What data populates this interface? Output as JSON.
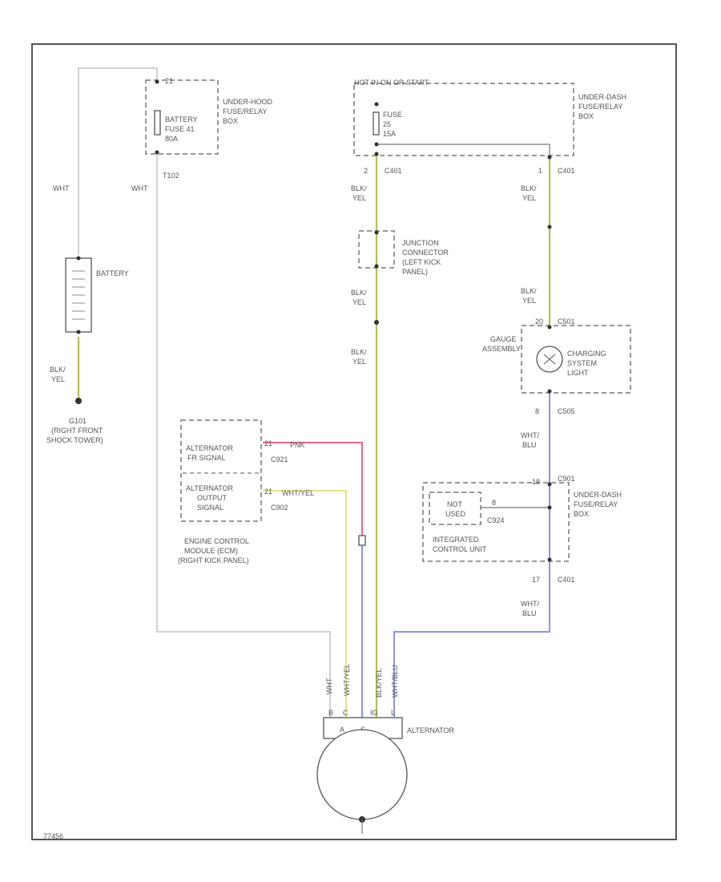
{
  "diagram_id": "77456",
  "components": {
    "underhood_box": [
      "UNDER-HOOD",
      "FUSE/RELAY",
      "BOX"
    ],
    "battery_fuse": [
      "BATTERY",
      "FUSE 41",
      "80A"
    ],
    "underhood_top_pin": "21",
    "underhood_bottom_pin": "T102",
    "underdash_box_top": [
      "UNDER-DASH",
      "FUSE/RELAY",
      "BOX"
    ],
    "hot_in_on_or_start": "HOT IN ON OR START",
    "fuse_25": [
      "FUSE",
      "25",
      "15A"
    ],
    "junction_connector": [
      "JUNCTION",
      "CONNECTOR",
      "(LEFT KICK",
      "PANEL)"
    ],
    "battery": "BATTERY",
    "ground": [
      "G101",
      "(RIGHT FRONT",
      "SHOCK TOWER)"
    ],
    "gauge_assembly": [
      "GAUGE",
      "ASSEMBLY"
    ],
    "charging_light": [
      "CHARGING",
      "SYSTEM",
      "LIGHT"
    ],
    "ecm_fr": [
      "ALTERNATOR",
      "FR SIGNAL"
    ],
    "ecm_output": [
      "ALTERNATOR",
      "OUTPUT",
      "SIGNAL"
    ],
    "ecm": [
      "ENGINE CONTROL",
      "MODULE (ECM)",
      "(RIGHT KICK PANEL)"
    ],
    "not_used": [
      "NOT",
      "USED"
    ],
    "icu": [
      "INTEGRATED",
      "CONTROL UNIT"
    ],
    "underdash_box_bottom": [
      "UNDER-DASH",
      "FUSE/RELAY",
      "BOX"
    ],
    "alternator": "ALTERNATOR"
  },
  "connectors": {
    "c401_left": "C401",
    "c401_right": "C401",
    "c501": "C501",
    "c505": "C505",
    "c901": "C901",
    "c902": "C902",
    "c921": "C921",
    "c924": "C924",
    "c401_bottom": "C401"
  },
  "pins": {
    "p2": "2",
    "p1": "1",
    "p21": "21",
    "p8": "8",
    "p20": "20",
    "p18": "18",
    "p17": "17",
    "p_b": "B",
    "p_a": "A",
    "p_c": "C",
    "p_l": "L",
    "p_s": "S",
    "p_ig": "IG"
  },
  "wires": {
    "wht": "WHT",
    "blk": "BLK/",
    "yel": "YEL",
    "wht_blu": "WHT/",
    "blu": "BLU",
    "pnk": "PNK",
    "wht_yel": "WHT/YEL",
    "alt_wht_yel": "WHT/YEL",
    "alt_blk_yel": "BLK/YEL",
    "alt_wht_blu": "WHT/BLU"
  }
}
